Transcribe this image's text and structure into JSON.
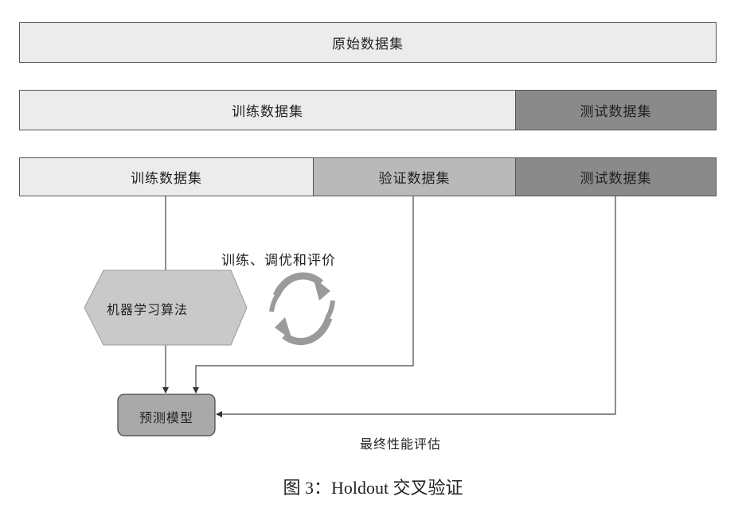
{
  "rows": {
    "original": {
      "label": "原始数据集"
    },
    "split1": {
      "train": {
        "label": "训练数据集"
      },
      "test": {
        "label": "测试数据集"
      }
    },
    "split2": {
      "train": {
        "label": "训练数据集"
      },
      "validation": {
        "label": "验证数据集"
      },
      "test": {
        "label": "测试数据集"
      }
    }
  },
  "cycle_label": "训练、调优和评价",
  "algorithm_label": "机器学习算法",
  "model_label": "预测模型",
  "final_eval_label": "最终性能评估",
  "caption": "图 3：Holdout 交叉验证",
  "colors": {
    "light": "#ececec",
    "mid": "#b9b9b9",
    "dark": "#8a8a8a",
    "cycle": "#8a8a8a"
  }
}
